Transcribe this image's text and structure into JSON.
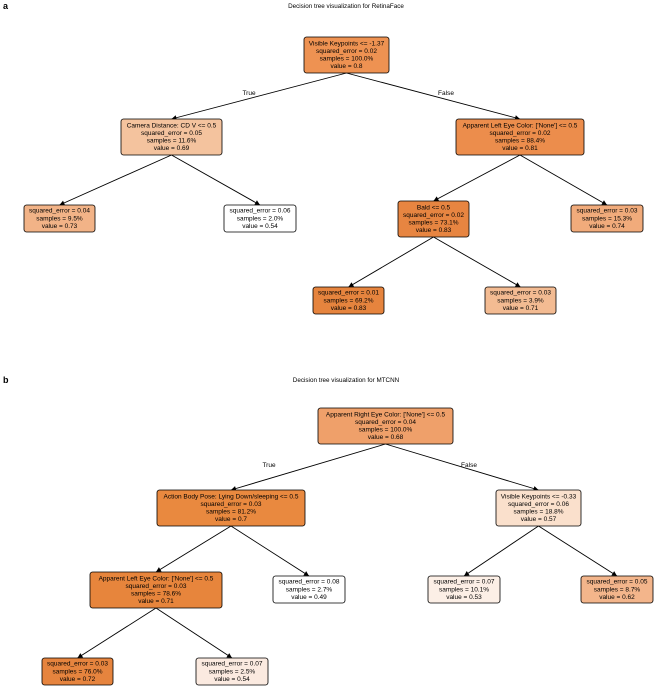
{
  "panels": [
    {
      "id": "a",
      "letter": "a",
      "title": "Decision tree visualization for RetinaFace",
      "edge_labels": {
        "true": "True",
        "false": "False"
      },
      "nodes": [
        {
          "id": "a0",
          "parent": null,
          "lines": [
            "Visible Keypoints <= -1.37",
            "squared_error = 0.02",
            "samples = 100.0%",
            "value = 0.8"
          ],
          "fill": "#ee9252"
        },
        {
          "id": "a1",
          "parent": "a0",
          "lines": [
            "Camera Distance: CD V <= 0.5",
            "squared_error = 0.05",
            "samples = 11.6%",
            "value = 0.69"
          ],
          "fill": "#f4c39e"
        },
        {
          "id": "a2",
          "parent": "a0",
          "lines": [
            "Apparent Left Eye Color: ['None'] <= 0.5",
            "squared_error = 0.02",
            "samples = 88.4%",
            "value = 0.81"
          ],
          "fill": "#ec8d4c"
        },
        {
          "id": "a3",
          "parent": "a1",
          "lines": [
            "squared_error = 0.04",
            "samples = 9.5%",
            "value = 0.73"
          ],
          "fill": "#f2b387"
        },
        {
          "id": "a4",
          "parent": "a1",
          "lines": [
            "squared_error = 0.06",
            "samples = 2.0%",
            "value = 0.54"
          ],
          "fill": "#ffffff"
        },
        {
          "id": "a5",
          "parent": "a2",
          "lines": [
            "Bald <= 0.5",
            "squared_error = 0.02",
            "samples = 73.1%",
            "value = 0.83"
          ],
          "fill": "#e78541"
        },
        {
          "id": "a6",
          "parent": "a2",
          "lines": [
            "squared_error = 0.03",
            "samples = 15.3%",
            "value = 0.74"
          ],
          "fill": "#f1ab7b"
        },
        {
          "id": "a7",
          "parent": "a5",
          "lines": [
            "squared_error = 0.01",
            "samples = 69.2%",
            "value = 0.83"
          ],
          "fill": "#e6843e"
        },
        {
          "id": "a8",
          "parent": "a5",
          "lines": [
            "squared_error = 0.03",
            "samples = 3.9%",
            "value = 0.71"
          ],
          "fill": "#f3bb92"
        }
      ]
    },
    {
      "id": "b",
      "letter": "b",
      "title": "Decision tree visualization for MTCNN",
      "edge_labels": {
        "true": "True",
        "false": "False"
      },
      "nodes": [
        {
          "id": "b0",
          "parent": null,
          "lines": [
            "Apparent Right Eye Color: ['None'] <= 0.5",
            "squared_error = 0.04",
            "samples = 100.0%",
            "value = 0.68"
          ],
          "fill": "#efa06a"
        },
        {
          "id": "b1",
          "parent": "b0",
          "lines": [
            "Action Body Pose: Lying Down/sleeping <= 0.5",
            "squared_error = 0.03",
            "samples = 81.2%",
            "value = 0.7"
          ],
          "fill": "#e9893f"
        },
        {
          "id": "b2",
          "parent": "b0",
          "lines": [
            "Visible Keypoints <= -0.33",
            "squared_error = 0.06",
            "samples = 18.8%",
            "value = 0.57"
          ],
          "fill": "#fae0cc"
        },
        {
          "id": "b3",
          "parent": "b1",
          "lines": [
            "Apparent Left Eye Color: ['None'] <= 0.5",
            "squared_error = 0.03",
            "samples = 78.6%",
            "value = 0.71"
          ],
          "fill": "#e7853c"
        },
        {
          "id": "b4",
          "parent": "b1",
          "lines": [
            "squared_error = 0.08",
            "samples = 2.7%",
            "value = 0.49"
          ],
          "fill": "#ffffff"
        },
        {
          "id": "b5",
          "parent": "b2",
          "lines": [
            "squared_error = 0.07",
            "samples = 10.1%",
            "value = 0.53"
          ],
          "fill": "#fcefe6"
        },
        {
          "id": "b6",
          "parent": "b2",
          "lines": [
            "squared_error = 0.05",
            "samples = 8.7%",
            "value = 0.62"
          ],
          "fill": "#f3b58b"
        },
        {
          "id": "b7",
          "parent": "b3",
          "lines": [
            "squared_error = 0.03",
            "samples = 76.0%",
            "value = 0.72"
          ],
          "fill": "#e6843e"
        },
        {
          "id": "b8",
          "parent": "b3",
          "lines": [
            "squared_error = 0.07",
            "samples = 2.5%",
            "value = 0.54"
          ],
          "fill": "#fbeae0"
        }
      ]
    }
  ]
}
